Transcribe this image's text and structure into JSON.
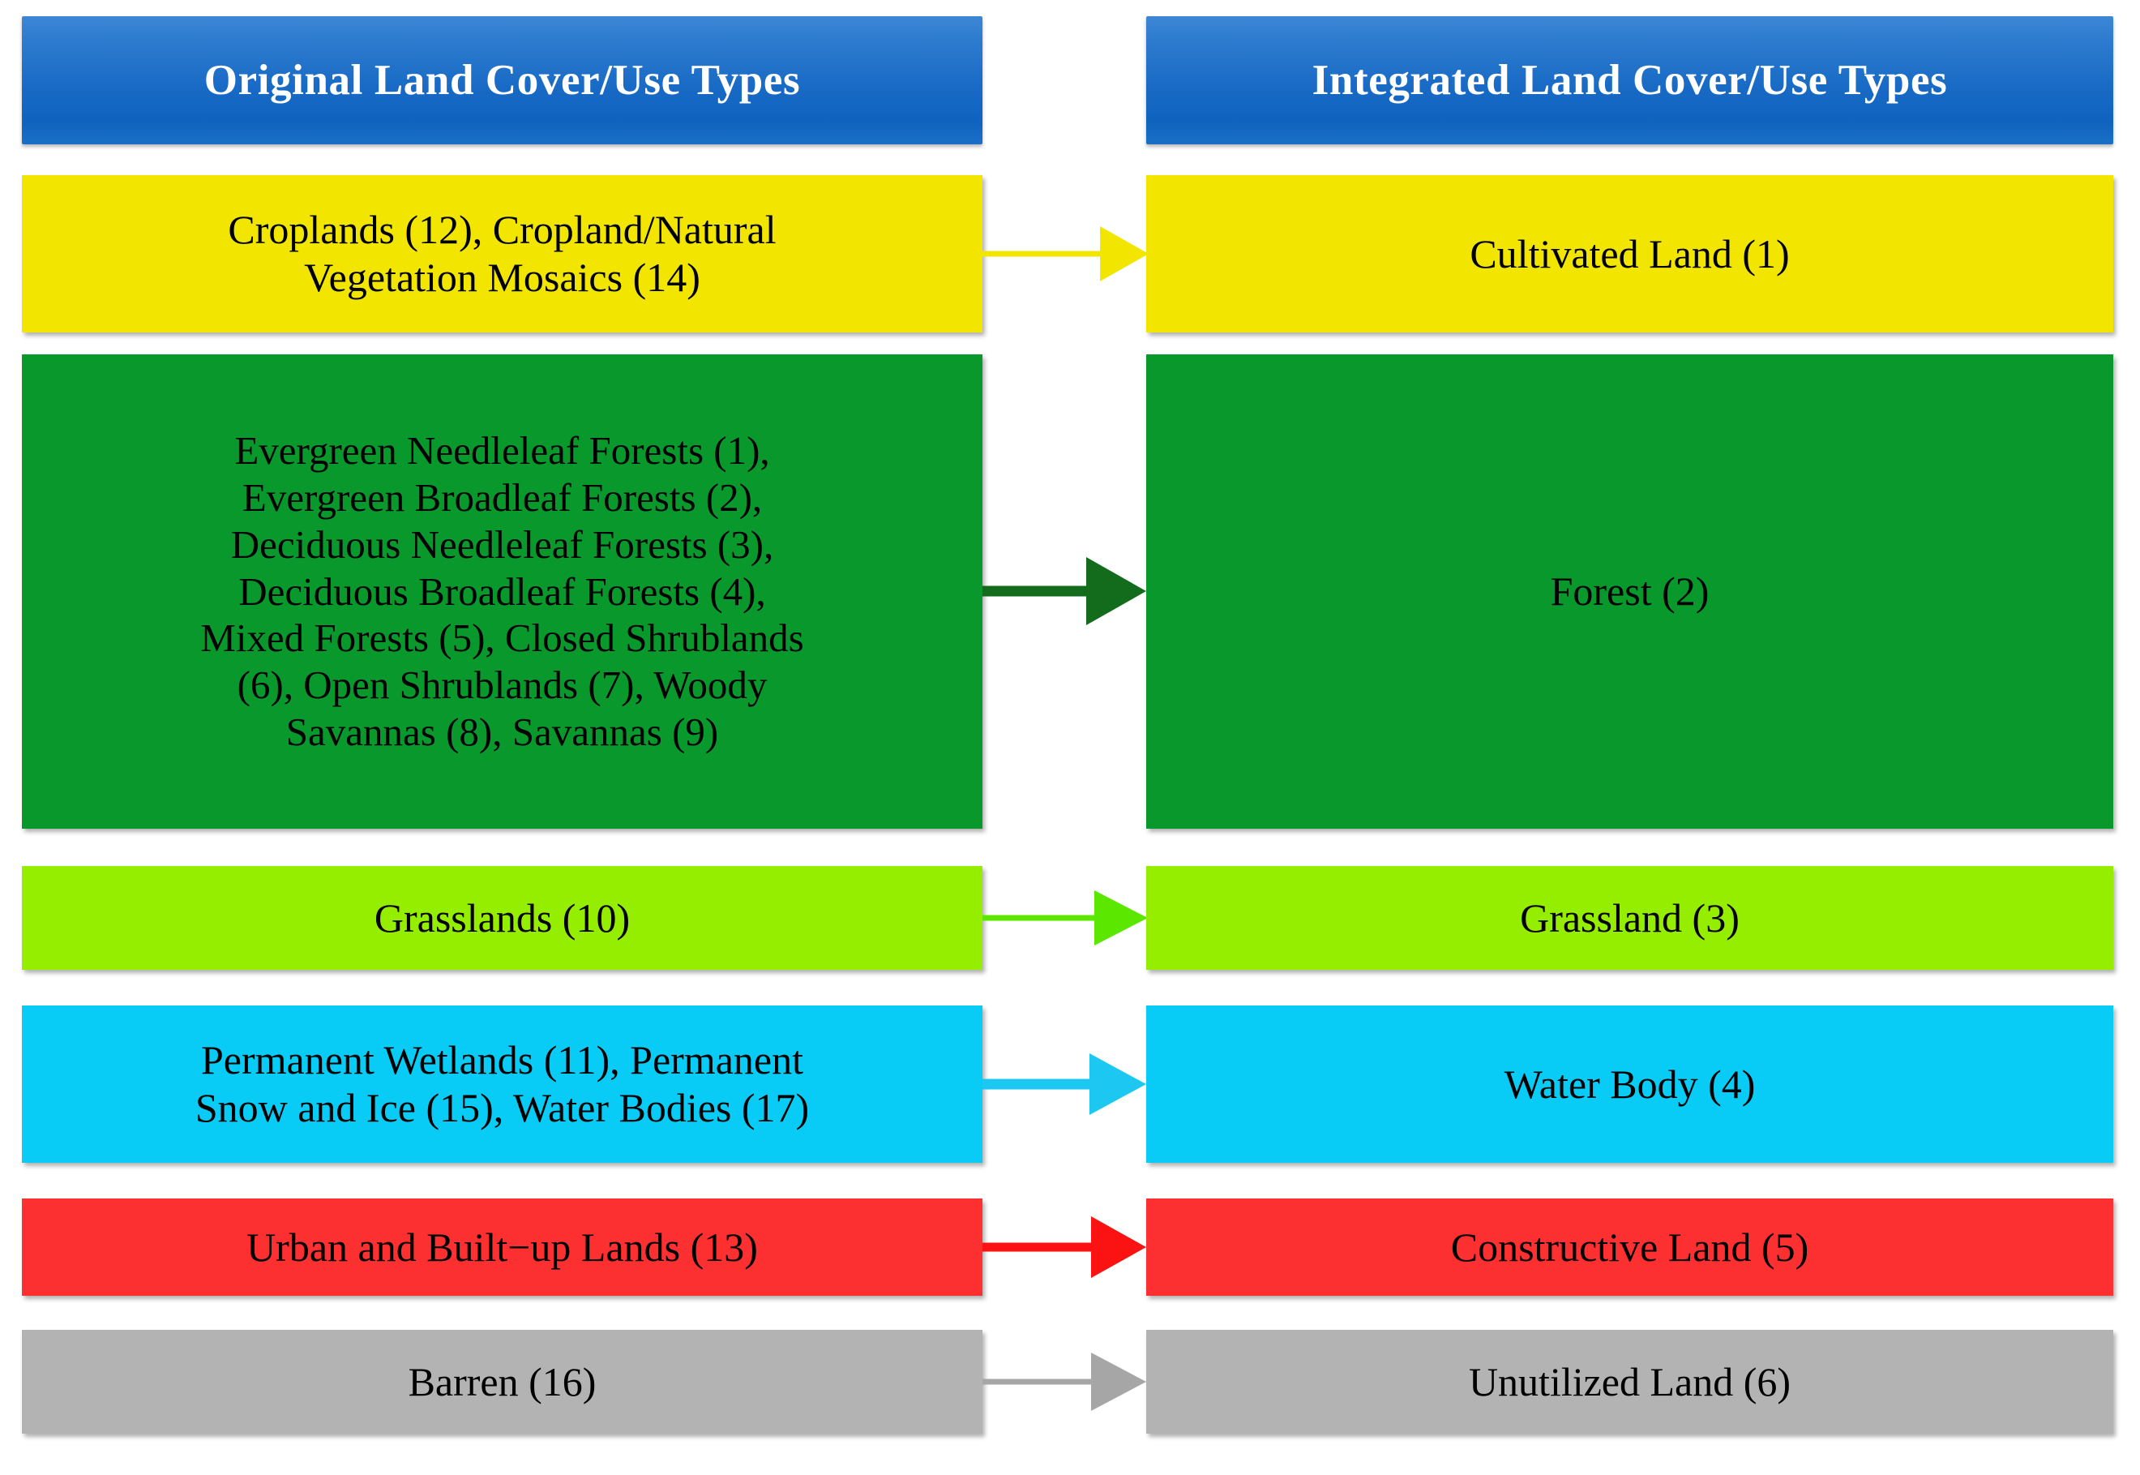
{
  "diagram": {
    "title": "Land cover/use reclassification mapping",
    "headers": {
      "left": "Original  Land Cover/Use Types",
      "right": "Integrated Land Cover/Use Types"
    },
    "colors": {
      "header_blue": "#1769c4",
      "cultivated_yellow": "#f2e600",
      "forest_green": "#09982b",
      "forest_arrow_green": "#136b1c",
      "grassland_green": "#95ee00",
      "water_cyan": "#08ccf6",
      "constructive_red": "#fc3030",
      "unutilized_gray": "#b3b3b3"
    },
    "rows": [
      {
        "id": "cultivated",
        "original": "Croplands (12), Cropland/Natural\nVegetation Mosaics (14)",
        "integrated": "Cultivated  Land (1)",
        "arrow_color": "#f2e600"
      },
      {
        "id": "forest",
        "original": "Evergreen Needleleaf Forests (1),\nEvergreen Broadleaf Forests (2),\nDeciduous Needleleaf Forests (3),\nDeciduous Broadleaf Forests (4),\nMixed Forests (5), Closed  Shrublands\n(6), Open Shrublands  (7), Woody\nSavannas (8), Savannas (9)",
        "integrated": "Forest (2)",
        "arrow_color": "#136b1c"
      },
      {
        "id": "grassland",
        "original": "Grasslands (10)",
        "integrated": "Grassland (3)",
        "arrow_color": "#5ce700"
      },
      {
        "id": "water",
        "original": "Permanent Wetlands (11), Permanent\nSnow and Ice (15),  Water Bodies (17)",
        "integrated": "Water Body (4)",
        "arrow_color": "#1cc8f2"
      },
      {
        "id": "constructive",
        "original": "Urban and Built−up  Lands (13)",
        "integrated": "Constructive Land (5)",
        "arrow_color": "#fb1212"
      },
      {
        "id": "unutilized",
        "original": "Barren (16)",
        "integrated": "Unutilized  Land (6)",
        "arrow_color": "#a6a6a6"
      }
    ]
  }
}
